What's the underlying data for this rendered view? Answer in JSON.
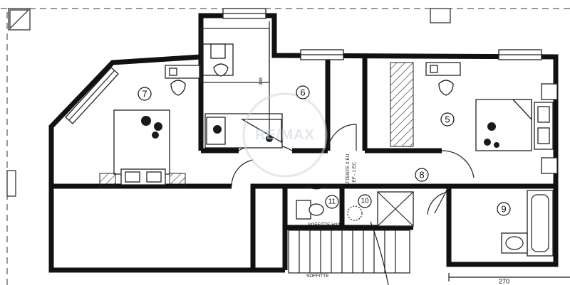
{
  "rooms": [
    {
      "id": "room-7",
      "label": "7"
    },
    {
      "id": "room-6",
      "label": "6"
    },
    {
      "id": "room-5",
      "label": "5"
    },
    {
      "id": "room-8",
      "label": "8"
    },
    {
      "id": "room-9",
      "label": "9"
    },
    {
      "id": "room-10",
      "label": "10"
    },
    {
      "id": "room-11",
      "label": "11"
    }
  ],
  "annotations": {
    "height_338": "338",
    "attente_line1": "ATTENTE 2 EU",
    "attente_line2": "1 EF - 1 EC",
    "soffitte_h200": "SOFFITTE H200",
    "soffitte": "SOFFITTE",
    "dimension_270": "270",
    "watermark": "RE/MAX"
  },
  "colors": {
    "line": "#111111",
    "watermark": "#c9d2dd"
  }
}
